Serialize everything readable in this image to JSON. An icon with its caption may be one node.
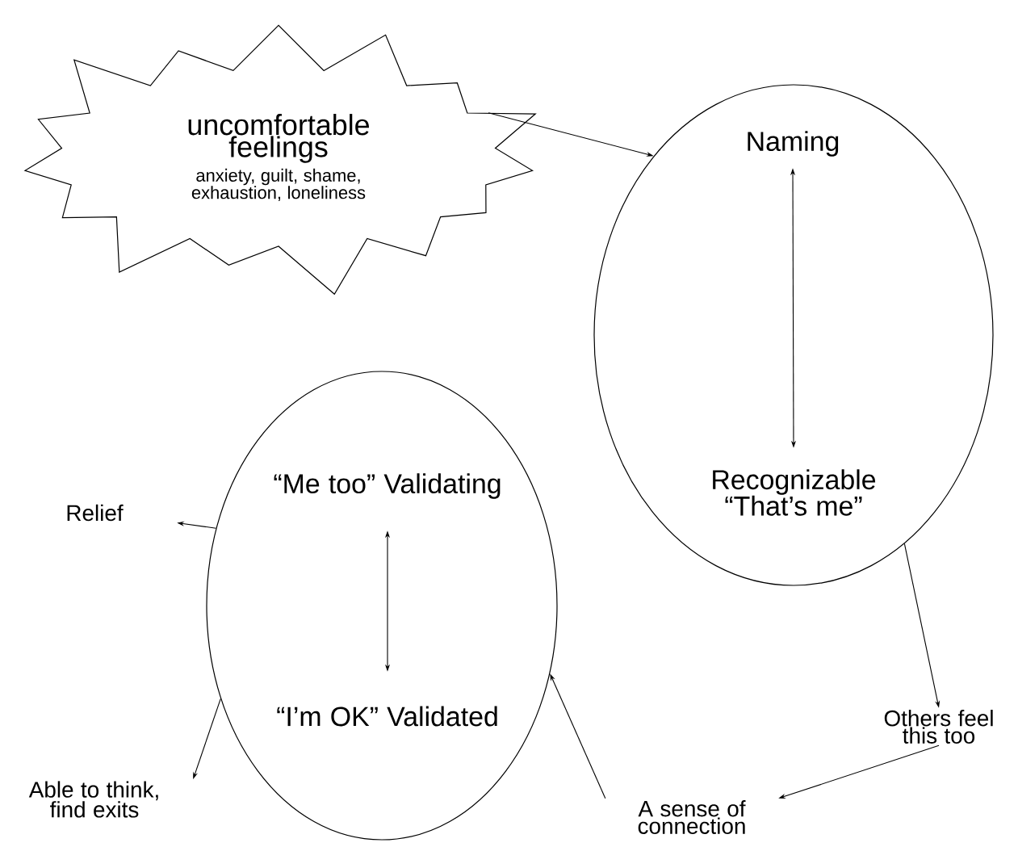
{
  "diagram": {
    "nodes": [
      {
        "text": [
          "uncomfortable feelings",
          "anxiety, guilt, shame, exhaustion, loneliness"
        ]
      },
      {
        "text": [],
        "shape": "ellipse"
      },
      {
        "text": [
          "Naming"
        ],
        "in": 1
      },
      {
        "text": [
          "Recognizable “That’s me”"
        ],
        "in": 1
      },
      {
        "text": [
          "Others feel this too"
        ]
      },
      {
        "text": [
          "A sense of connection"
        ]
      },
      {
        "text": [],
        "shape": "ellipse"
      },
      {
        "text": [
          "“Me too” Validating"
        ],
        "in": 6
      },
      {
        "text": [
          "“I’m OK” Validated"
        ],
        "in": 6
      },
      {
        "text": [
          "Relief"
        ]
      },
      {
        "text": [
          "Able to think, find exits"
        ]
      }
    ],
    "edges": [
      {
        "from": 0,
        "to": 1,
        "arrow": "to"
      },
      {
        "from": 2,
        "to": 3,
        "arrow": "both"
      },
      {
        "from": 1,
        "to": 4,
        "arrow": "to"
      },
      {
        "from": 4,
        "to": 5,
        "arrow": "to"
      },
      {
        "from": 5,
        "to": 6,
        "arrow": "to"
      },
      {
        "from": 7,
        "to": 8,
        "arrow": "both"
      },
      {
        "from": 6,
        "to": 9,
        "arrow": "to"
      },
      {
        "from": 6,
        "to": 10,
        "arrow": "to"
      }
    ]
  }
}
